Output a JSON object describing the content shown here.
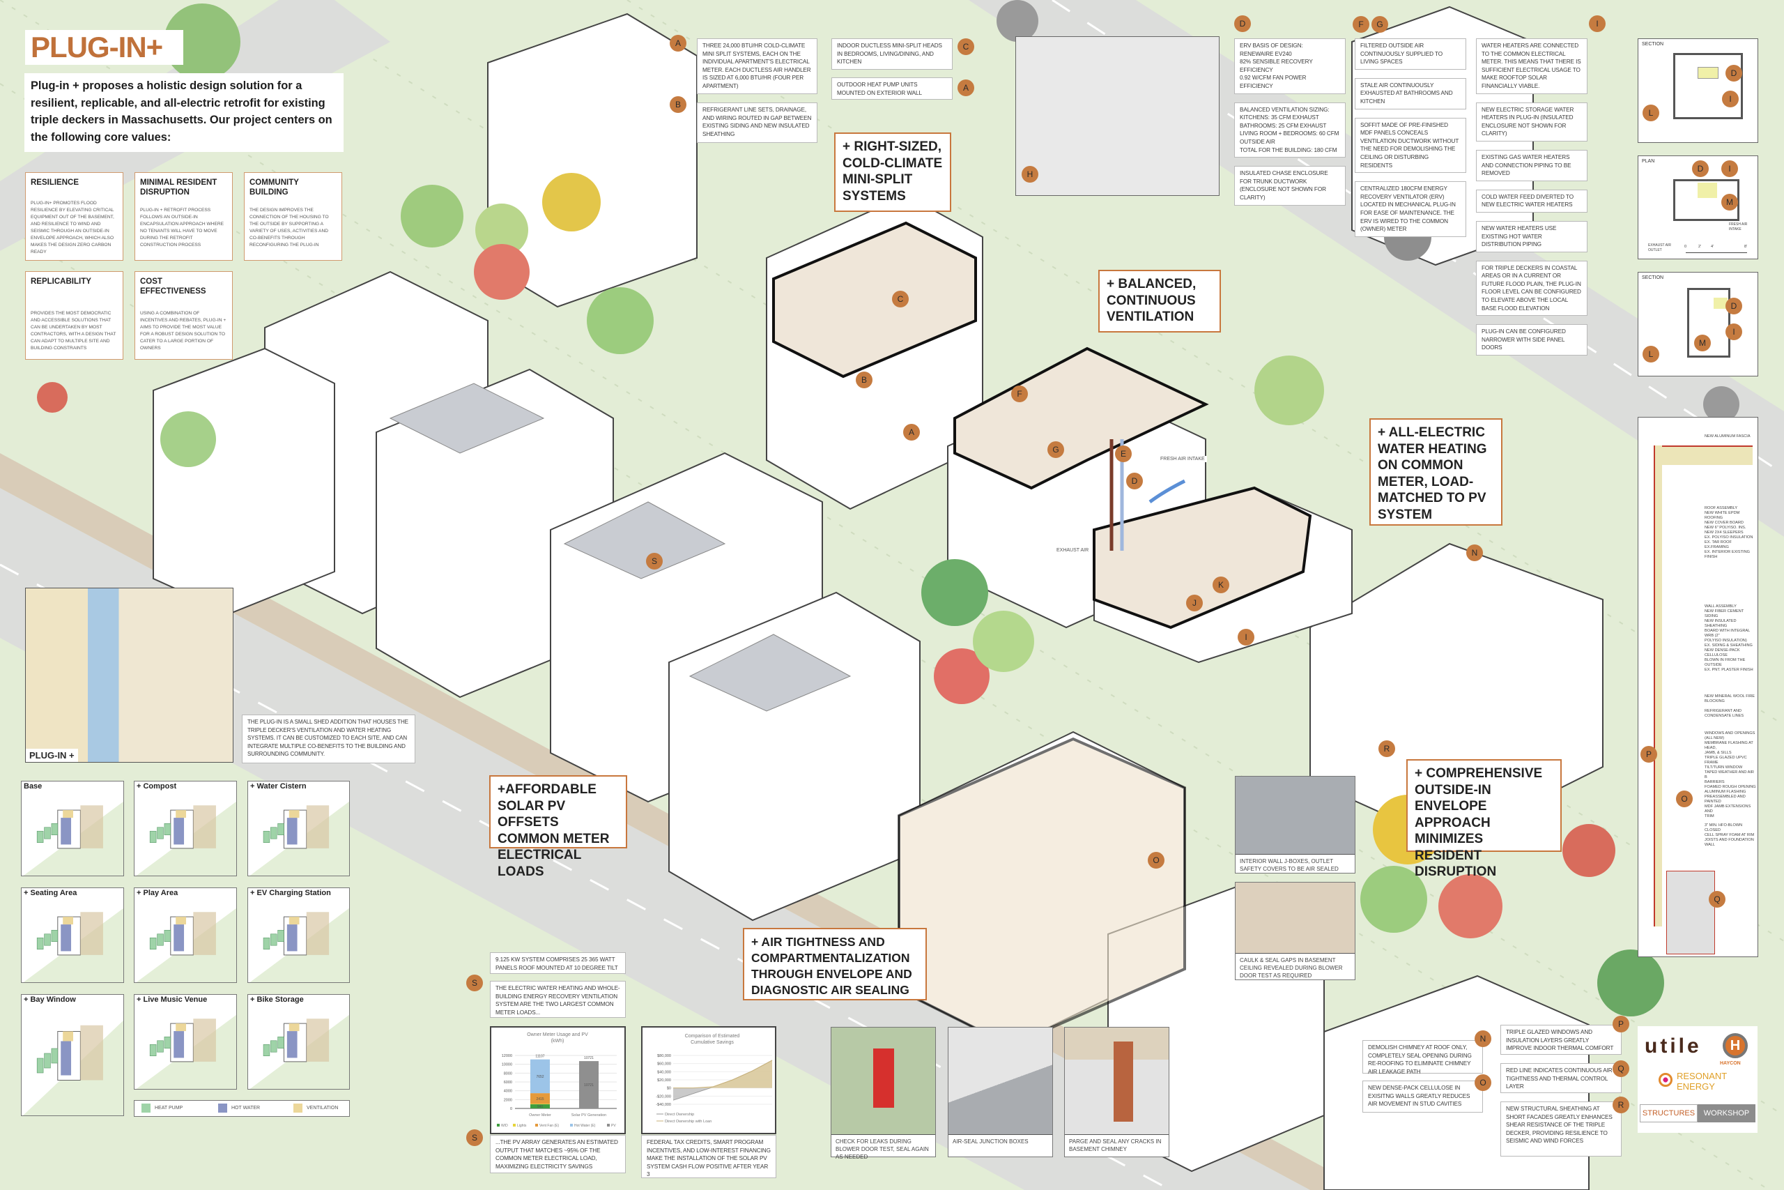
{
  "title": "PLUG-IN+",
  "intro": "Plug-in + proposes a holistic design solution for a resilient, replicable, and all-electric retrofit for existing triple deckers in Massachusetts. Our project centers on the following core values:",
  "values": [
    {
      "title": "RESILIENCE",
      "body": "Plug-in+ promotes flood resilience by elevating critical equipment out of the basement, and resilience to wind and seismic through an outside-in envelope approach, which also makes the design zero carbon ready"
    },
    {
      "title": "MINIMAL RESIDENT\nDISRUPTION",
      "body": "Plug-in + retrofit process follows an outside-in encapsulation approach where no tenants will have to move during the retrofit construction process"
    },
    {
      "title": "COMMUNITY\nBUILDING",
      "body": "The design improves the connection of the housing to the outside by supporting a variety of uses, activities and co-benefits through reconfiguring the plug-in"
    },
    {
      "title": "REPLICABILITY",
      "body": "Provides the most democratic and accessible solutions that can be undertaken by most contractors, with a design that can adapt to multiple site and building constraints"
    },
    {
      "title": "COST\nEFFECTIVENESS",
      "body": "Using a combination of incentives and rebates, plug-in + aims to provide the most value for a robust design solution to cater to a large portion of owners"
    }
  ],
  "headlines": [
    "+ RIGHT-SIZED,\nCOLD-CLIMATE\nMINI-SPLIT\nSYSTEMS",
    "+ BALANCED,\nCONTINUOUS\nVENTILATION",
    "+ ALL-ELECTRIC\nWATER HEATING\nON COMMON\nMETER, LOAD-\nMATCHED TO PV\nSYSTEM",
    "+ COMPREHENSIVE\nOUTSIDE-IN\nENVELOPE APPROACH\nMINIMIZES RESIDENT\nDISRUPTION",
    "+AFFORDABLE\nSOLAR PV OFFSETS\nCOMMON METER\nELECTRICAL LOADS",
    "+ AIR TIGHTNESS AND\nCOMPARTMENTALIZATION\nTHROUGH ENVELOPE AND\nDIAGNOSTIC AIR SEALING"
  ],
  "notes": [
    "Three 24,000 BTU/HR cold-climate mini split systems, each on the individual apartment's electrical meter. Each ductless air handler is sized at 6,000 BTU/HR (four per apartment)",
    "Refrigerant line sets, drainage, and wiring routed in gap between existing siding and new insulated sheathing",
    "Indoor ductless mini-split heads in bedrooms, living/dining, and kitchen",
    "Outdoor heat pump units mounted on exterior wall",
    "ERV basis of design:\nRenewaire EV240\n82% sensible recovery efficiency\n0.92 W/CFM fan power efficiency",
    "Balanced ventilation sizing:\nKitchens: 35 CFM exhaust\nBathrooms: 25 CFM exhaust\nLiving room + bedrooms: 60 CFM outside air\nTotal for the building: 180 CFM",
    "Insulated chase enclosure for trunk ductwork (enclosure not shown for clarity)",
    "Filtered outside air continuously supplied to living spaces",
    "Stale air continuously exhausted at bathrooms and kitchen",
    "Soffit made of pre-finished MDF panels conceals ventilation ductwork without the need for demolishing the ceiling or disturbing residents",
    "Centralized 180CFM energy recovery ventilator (ERV) located in mechanical plug-in for ease of maintenance. The ERV is wired to the common (owner) meter",
    "Water heaters are connected to the common electrical meter. This means that there is sufficient electrical usage to make rooftop solar financially viable.",
    "New electric storage water heaters in plug-in (insulated enclosure not shown for clarity)",
    "Existing gas water heaters and connection piping to be removed",
    "Cold water feed diverted to new electric water heaters",
    "New water heaters use existing hot water distribution piping",
    "For triple deckers in coastal areas or in a current or future flood plain, the plug-in floor level can be configured to elevate above the local base flood elevation",
    "Plug-in can be configured narrower with side panel doors",
    "The plug-in is a small shed addition that houses the triple decker's ventilation and water heating systems. It can be customized to each site, and can integrate multiple co-benefits to the building and surrounding community.",
    "9.125 kW system comprises 25 365 watt panels roof mounted at 10 degree tilt",
    "The electric water heating and whole-building energy recovery ventilation system are the two largest common meter loads...",
    "...The PV array generates an estimated output that matches ~95% of the common meter electrical load, maximizing electricity savings",
    "Federal tax credits, smart program incentives, and low-interest financing make the installation of the solar PV system cash flow positive after year 3",
    "Interior wall J-boxes, outlet safety covers to be air sealed",
    "Caulk & seal gaps in basement ceiling revealed during blower door test as required",
    "Demolish chimney at roof only, completely seal opening during re-roofing to eliminate chimney air leakage path",
    "New dense-pack cellulose in exisitng walls greatly reduces air movement in stud cavities",
    "Triple glazed windows and insulation layers greatly improve indoor thermal comfort",
    "Red line indicates continuous air tightness and thermal control layer",
    "New structural sheathing at short facades greatly enhances shear resistance of the triple decker, providing resilience to seismic and wind forces",
    "Check for leaks during blower door test, seal again as needed",
    "Air-seal junction boxes",
    "Parge and seal any cracks in basement chimney"
  ],
  "pins": [
    "A",
    "B",
    "C",
    "D",
    "E",
    "F",
    "G",
    "H",
    "I",
    "J",
    "K",
    "L",
    "M",
    "N",
    "O",
    "P",
    "Q",
    "R",
    "S"
  ],
  "labels": {
    "fresh_air": "FRESH AIR INTAKE",
    "exhaust_air": "EXHAUST AIR",
    "inset": "PLUG-IN +"
  },
  "sections": {
    "section": "SECTION",
    "plan": "PLAN",
    "fresh": "FRESH AIR\nINTAKE",
    "exhaust": "EXHAUST AIR\nOUTLET",
    "scale": [
      "0",
      "2'",
      "4'",
      "8'"
    ]
  },
  "details": [
    "NEW ALUMINUM FASCIA",
    "ROOF ASSEMBLY\nNEW WHITE EPDM ROOFING\nNEW COVER BOARD\nNEW 6\" POLYISO. INS.\nNEW 2X4 SLEEPERS\nEX. POLYISO INSULATION\nEX. TAR ROOF\nEX.FRAMING\nEX. INTERIOR EXISTING\nFINISH",
    "WALL ASSEMBLY\nNEW FIBER CEMENT SIDING\nNEW INSULATED SHEATHING\nBOARD WITH INTEGRAL WRB (2\"\nPOLYISO INSULATION)\nEX. SIDING & SHEATHING\nNEW DENSE-PACK CELLULOSE\nBLOWN IN FROM THE OUTSIDE\nEX. PNT. PLASTER FINISH",
    "NEW MINERAL WOOL FIRE\nBLOCKING",
    "REFRIGERANT AND\nCONDENSATE LINES",
    "WINDOWS AND OPENINGS\n(ALL NEW)\nMEMBRANE FLASHING AT HEAD,\nJAMB, & SILLS\nTRIPLE GLAZED UPVC FRAME\nTILT/TURN WINDOW\nTAPED WEATHER AND AIR B\nBARRIERS\nFOAMED ROUGH OPENING\nALUMINUM FLASHING\nPREASSEMBLED AND PAINTED\nMDF JAMB EXTENSIONS AND\nTRIM",
    "3\" MIN. HFO-BLOWN CLOSED\nCELL SPRAY FOAM AT RIM\nJOISTS AND FOUNDATION WALL"
  ],
  "options": [
    "Base",
    "+ Compost",
    "+ Water Cistern",
    "+ Seating Area",
    "+ Play Area",
    "+ EV Charging Station",
    "+ Bay Window",
    "+ Live Music Venue",
    "+ Bike Storage"
  ],
  "legend": [
    {
      "label": "HEAT PUMP",
      "color": "#9fd3a8"
    },
    {
      "label": "HOT WATER",
      "color": "#8a95c4"
    },
    {
      "label": "VENTILATION",
      "color": "#ecd79a"
    }
  ],
  "logos": {
    "utile": "utile",
    "haycon": "HAYCON",
    "resonant": "RESONANT",
    "energy": "ENERGY",
    "structures": "STRUCTURES",
    "workshop": "WORKSHOP"
  },
  "colors": {
    "accent": "#c8773d",
    "pin": "#c57b40",
    "lawn": "#e3edd6",
    "road": "#dedfdd"
  },
  "chart_data": [
    {
      "type": "bar",
      "title": "Owner Meter Usage and PV",
      "subtitle": "(kWh)",
      "categories": [
        "Owner Meter",
        "Solar PV Generation"
      ],
      "series": [
        {
          "name": "W/D",
          "values": [
            940,
            0
          ],
          "color": "#3f9e3f"
        },
        {
          "name": "Lights",
          "values": [
            100,
            0
          ],
          "color": "#e6d43a"
        },
        {
          "name": "Vent Fan (E)",
          "values": [
            2415,
            0
          ],
          "color": "#e59a3c"
        },
        {
          "name": "Hot Water (E)",
          "values": [
            7652,
            0
          ],
          "color": "#9cc4e8"
        },
        {
          "name": "PV",
          "values": [
            0,
            10721
          ],
          "color": "#8f8f8f"
        }
      ],
      "totals": [
        11107,
        10721
      ],
      "segment_labels": [
        "940",
        "100",
        "2415",
        "7652",
        "10721"
      ],
      "ylim": [
        0,
        12000
      ],
      "yticks": [
        0,
        2000,
        4000,
        6000,
        8000,
        10000,
        12000
      ],
      "legend": "bottom"
    },
    {
      "type": "area",
      "title": "Comparison of Estimated",
      "subtitle": "Cumulative Savings",
      "x": [
        0,
        5,
        10,
        15,
        20,
        25
      ],
      "series": [
        {
          "name": "Direct Ownership",
          "values": [
            -30000,
            -14000,
            2000,
            20000,
            42000,
            68000
          ],
          "color": "#b8b8b8"
        },
        {
          "name": "Direct Ownership with Loan",
          "values": [
            0,
            0,
            3000,
            20000,
            42000,
            68000
          ],
          "color": "#e3cf9a"
        }
      ],
      "ylim": [
        -40000,
        80000
      ],
      "yticks": [
        -40000,
        -20000,
        0,
        20000,
        40000,
        60000,
        80000
      ],
      "yticklabels": [
        "-$40,000",
        "-$20,000",
        "$0",
        "$20,000",
        "$40,000",
        "$60,000",
        "$80,000"
      ],
      "legend": "bottom-left"
    }
  ]
}
